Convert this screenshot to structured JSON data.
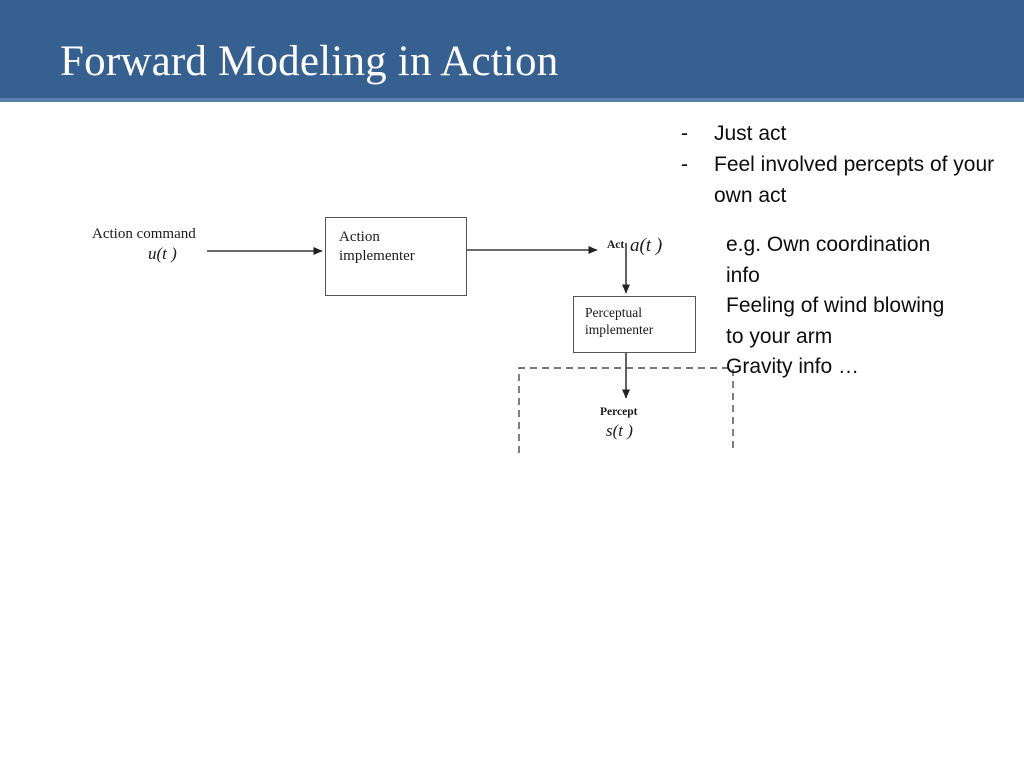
{
  "slide": {
    "title": "Forward Modeling in Action",
    "banner_color": "#36608f",
    "banner_underline_color": "#5b7fad",
    "background_color": "#ffffff",
    "text_color": "#0d0d0d"
  },
  "bullets": [
    {
      "marker": "-",
      "text": "Just act"
    },
    {
      "marker": "-",
      "text": "Feel involved percepts of your own act"
    }
  ],
  "example_note": {
    "lines": [
      "e.g. Own coordination",
      "info",
      "Feeling of wind blowing",
      "to your arm",
      "Gravity info …"
    ]
  },
  "diagram": {
    "boxes": [
      {
        "id": "action-implementer",
        "label": "Action\nimplementer"
      },
      {
        "id": "perceptual-implementer",
        "label": "Perceptual\nimplementer"
      }
    ],
    "labels": {
      "action_command": "Action command",
      "action_command_signal": "u(t )",
      "act": "Act",
      "act_signal": "a(t )",
      "percept": "Percept",
      "percept_signal": "s(t )"
    },
    "line_color": "#3a3a3a",
    "dashed_box": {
      "present": true,
      "style": "dashed",
      "sides": "left-top-right"
    }
  }
}
